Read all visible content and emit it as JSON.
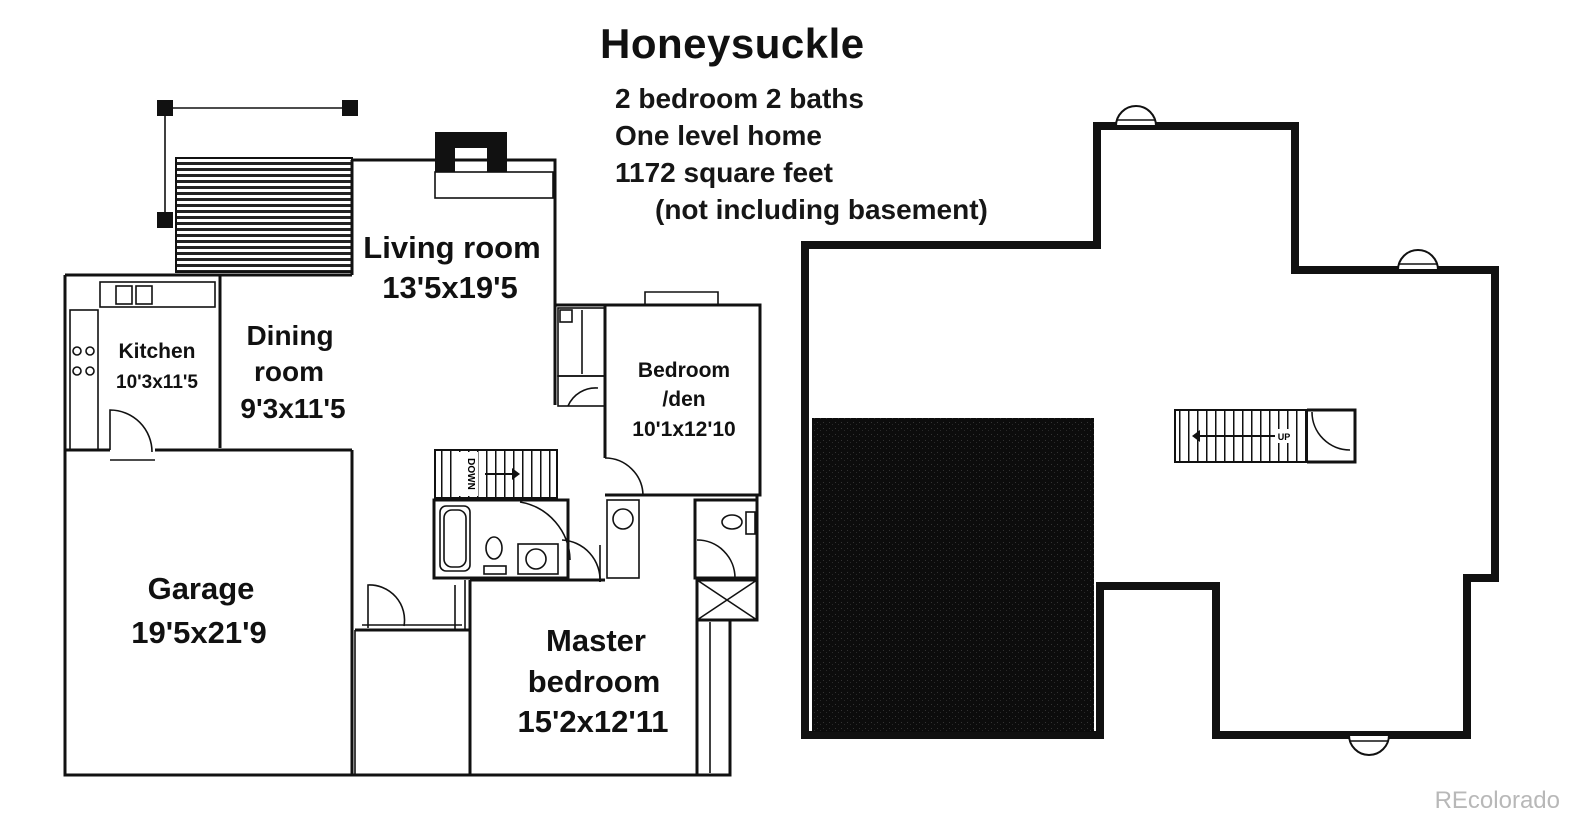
{
  "header": {
    "title": "Honeysuckle",
    "line1": "2 bedroom 2 baths",
    "line2": "One level home",
    "line3": "1172 square feet",
    "line4": "(not  including basement)"
  },
  "rooms": {
    "living": {
      "name": "Living room",
      "size": "13'5x19'5"
    },
    "kitchen": {
      "name": "Kitchen",
      "size": "10'3x11'5"
    },
    "dining": {
      "name1": "Dining",
      "name2": "room",
      "size": "9'3x11'5"
    },
    "bedroom_den": {
      "name1": "Bedroom",
      "name2": "/den",
      "size": "10'1x12'10"
    },
    "garage": {
      "name": "Garage",
      "size": "19'5x21'9"
    },
    "master": {
      "name1": "Master",
      "name2": "bedroom",
      "size": "15'2x12'11"
    }
  },
  "stairs": {
    "main_label": "DOWN",
    "basement_label": "UP"
  },
  "watermark": "REcolorado"
}
